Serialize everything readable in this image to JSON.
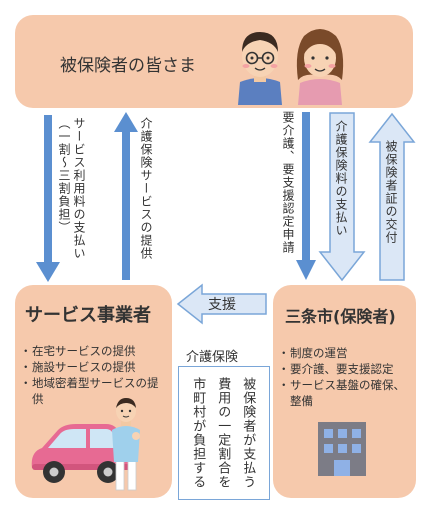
{
  "top_box": {
    "title": "被保険者の皆さま"
  },
  "arrows": {
    "fee": "サービス利用料の支払い（一割〜三割負担）",
    "service": "介護保険サービスの提供",
    "application": "要介護、要支援認定申請",
    "premium": "介護保険料の支払い",
    "card": "被保険者証の交付",
    "support": "支援"
  },
  "provider_box": {
    "title": "サービス事業者",
    "items": [
      "在宅サービスの提供",
      "施設サービスの提供",
      "地域密着型サービスの提供"
    ]
  },
  "city_box": {
    "title": "三条市(保険者)",
    "items": [
      "制度の運営",
      "要介護、要支援認定",
      "サービス基盤の確保、整備"
    ]
  },
  "insurance_note": {
    "heading": "介護保険",
    "col1": "被保険者が支払う",
    "col2": "費用の一定割合を",
    "col3": "市町村が負担する"
  },
  "colors": {
    "box": "#f6c9ac",
    "arrow_dark": "#5b8fd0",
    "arrow_light": "#dbe7f6",
    "arrow_outline": "#7aa6d8"
  }
}
